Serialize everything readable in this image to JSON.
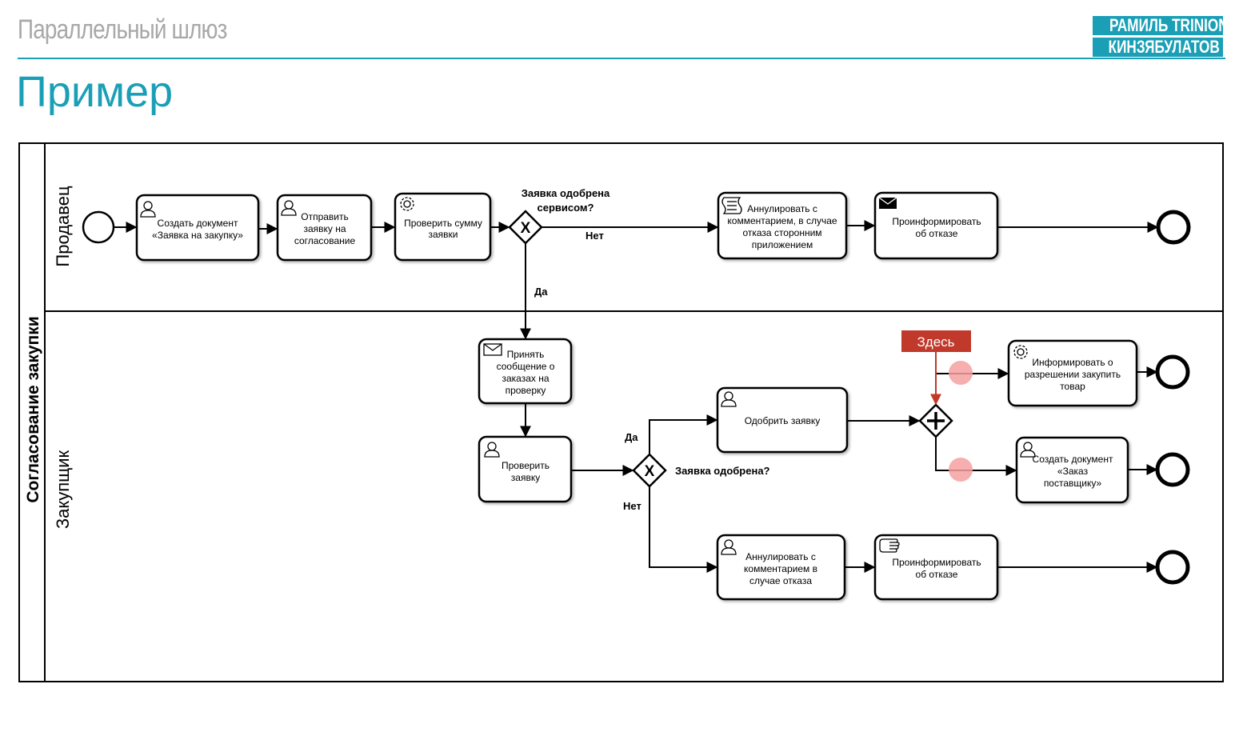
{
  "header": {
    "subtitle": "Параллельный шлюз",
    "title": "Пример",
    "logo_line1": "РАМИЛЬ TRINION",
    "logo_line2": "КИНЗЯБУЛАТОВ"
  },
  "pool": {
    "name": "Согласование закупки",
    "lanes": [
      "Продавец",
      "Закупщик"
    ]
  },
  "tasks": {
    "t1": [
      "Создать документ",
      "«Заявка на закупку»"
    ],
    "t2": [
      "Отправить",
      "заявку на",
      "согласование"
    ],
    "t3": [
      "Проверить сумму",
      "заявки"
    ],
    "t4": [
      "Аннулировать с",
      "комментарием, в случае",
      "отказа  сторонним",
      "приложением"
    ],
    "t5": [
      "Проинформировать",
      "об отказе"
    ],
    "t6": [
      "Принять",
      "сообщение о",
      "заказах на",
      "проверку"
    ],
    "t7": [
      "Проверить",
      "заявку"
    ],
    "t8": [
      "Одобрить заявку"
    ],
    "t9": [
      "Информировать о",
      "разрешении закупить",
      "товар"
    ],
    "t10": [
      "Создать документ",
      "«Заказ",
      "поставщику»"
    ],
    "t11": [
      "Аннулировать с",
      "комментарием в",
      "случае отказа"
    ],
    "t12": [
      "Проинформировать",
      "об отказе"
    ]
  },
  "gateways": {
    "g1_label": [
      "Заявка одобрена",
      "сервисом?"
    ],
    "g1_no": "Нет",
    "g1_yes": "Да",
    "g2_label": "Заявка одобрена?",
    "g2_yes": "Да",
    "g2_no": "Нет"
  },
  "callout": {
    "label": "Здесь",
    "color": "#c0392b"
  },
  "colors": {
    "accent": "#1a9fb6",
    "highlight_dot": "#f4a0a0"
  }
}
